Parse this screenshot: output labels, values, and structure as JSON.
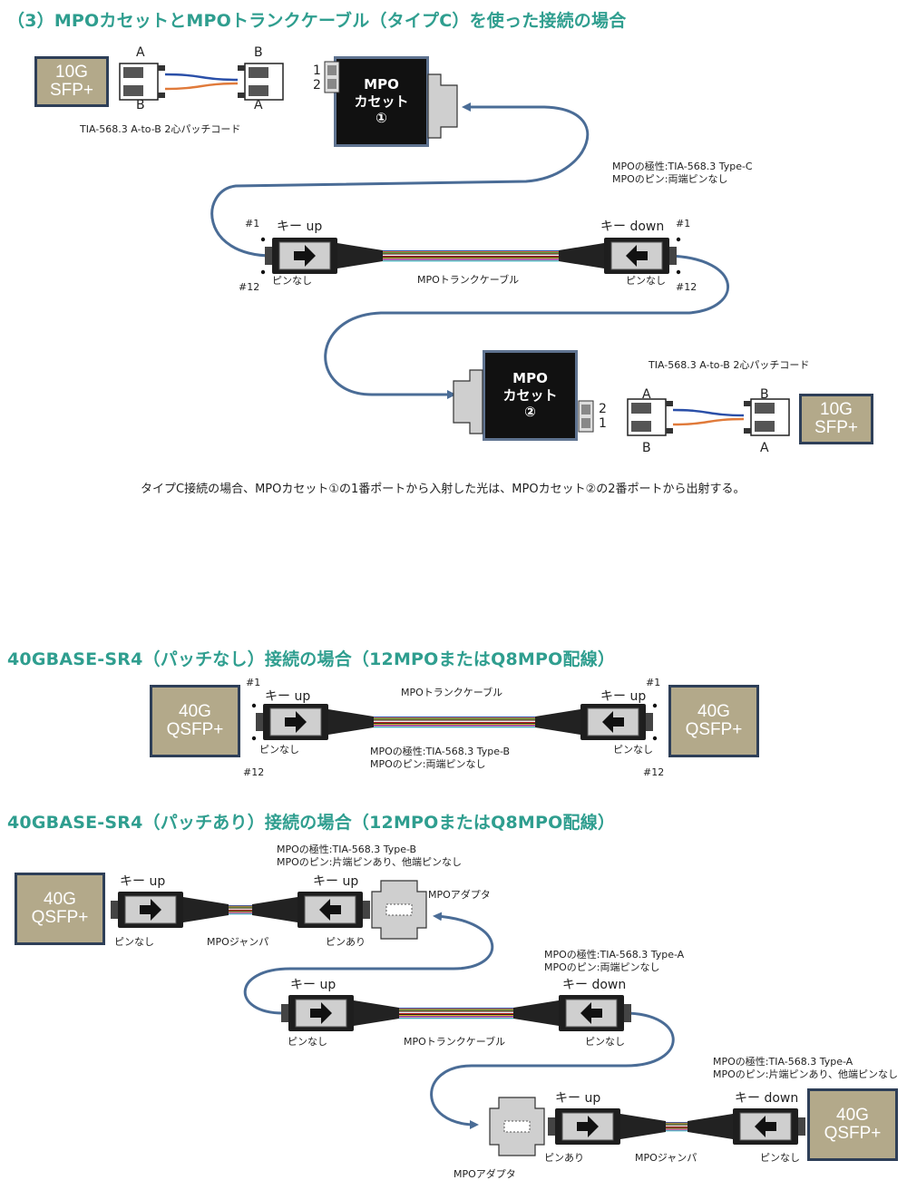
{
  "section1": {
    "title": "（3）MPOカセットとMPOトランクケーブル（タイプC）を使った接続の場合",
    "sfp_left": [
      "10G",
      "SFP+"
    ],
    "sfp_right": [
      "10G",
      "SFP+"
    ],
    "patch_label_top": "TIA-568.3 A-to-B 2心パッチコード",
    "patch_label_bottom": "TIA-568.3 A-to-B 2心パッチコード",
    "port_a": "A",
    "port_b": "B",
    "cassette1": [
      "MPO",
      "カセット",
      "①"
    ],
    "cassette2": [
      "MPO",
      "カセット",
      "②"
    ],
    "cassette1_ports": [
      "1",
      "2"
    ],
    "cassette2_ports": [
      "2",
      "1"
    ],
    "polarity": [
      "MPOの極性:TIA-568.3 Type-C",
      "MPOのピン:両端ピンなし"
    ],
    "key_up": "キー up",
    "key_down": "キー down",
    "pin1": "#1",
    "pin12": "#12",
    "no_pin": "ピンなし",
    "trunk": "MPOトランクケーブル",
    "caption": "タイプC接続の場合、MPOカセット①の1番ポートから入射した光は、MPOカセット②の2番ポートから出射する。"
  },
  "section2": {
    "title": "40GBASE-SR4（パッチなし）接続の場合（12MPOまたはQ8MPO配線）",
    "qsfp_left": [
      "40G",
      "QSFP+"
    ],
    "qsfp_right": [
      "40G",
      "QSFP+"
    ],
    "trunk": "MPOトランクケーブル",
    "key_up_left": "キー up",
    "key_up_right": "キー up",
    "pin1": "#1",
    "pin12": "#12",
    "no_pin": "ピンなし",
    "polarity": [
      "MPOの極性:TIA-568.3 Type-B",
      "MPOのピン:両端ピンなし"
    ]
  },
  "section3": {
    "title": "40GBASE-SR4（パッチあり）接続の場合（12MPOまたはQ8MPO配線）",
    "qsfp_left": [
      "40G",
      "QSFP+"
    ],
    "qsfp_right": [
      "40G",
      "QSFP+"
    ],
    "polarity_jumper1": [
      "MPOの極性:TIA-568.3 Type-B",
      "MPOのピン:片端ピンあり、他端ピンなし"
    ],
    "polarity_trunk": [
      "MPOの極性:TIA-568.3 Type-A",
      "MPOのピン:両端ピンなし"
    ],
    "polarity_jumper2": [
      "MPOの極性:TIA-568.3 Type-A",
      "MPOのピン:片端ピンあり、他端ピンなし"
    ],
    "key_up": "キー up",
    "key_down": "キー down",
    "no_pin": "ピンなし",
    "with_pin": "ピンあり",
    "jumper": "MPOジャンパ",
    "trunk": "MPOトランクケーブル",
    "adapter": "MPOアダプタ"
  },
  "colors": {
    "title": "#2f9e8f",
    "sfp_fill": "#b3a98a",
    "sfp_border": "#2e3f58",
    "fiber_blue": "#4a6c96",
    "fiber_orange": "#e07a3a",
    "patch_blue": "#2a4fa8"
  }
}
